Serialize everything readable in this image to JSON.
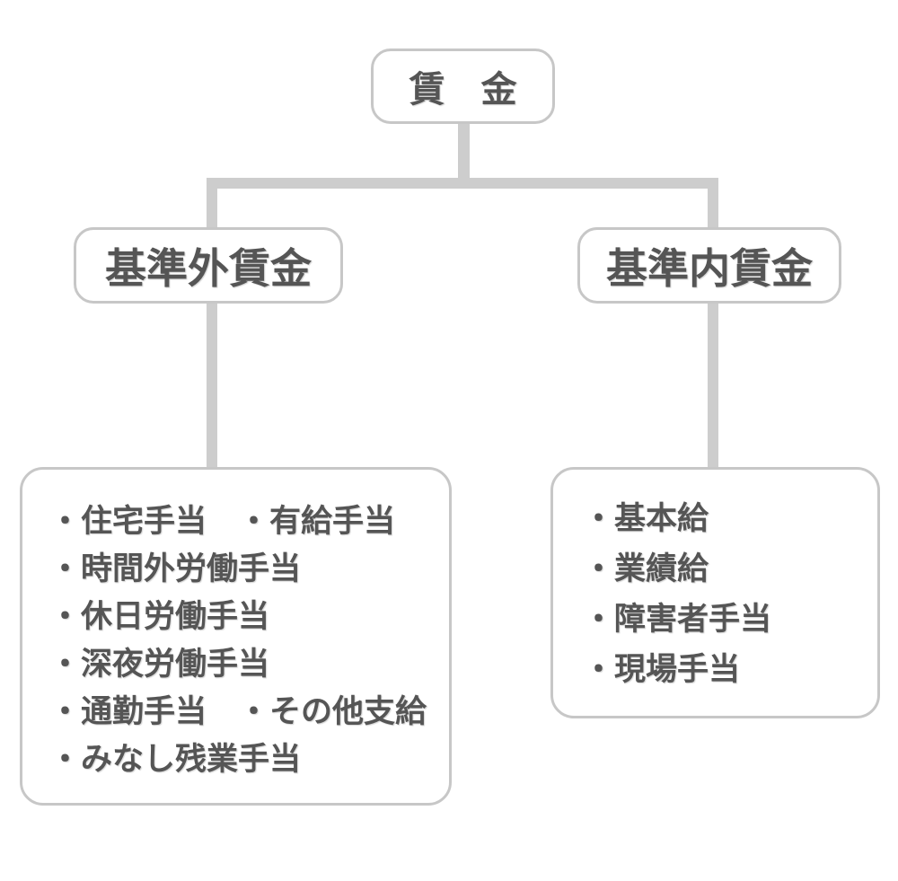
{
  "colors": {
    "background": "#ffffff",
    "box_border": "#c7c7c7",
    "connector": "#cdcdcd",
    "text": "#555555"
  },
  "root_node": {
    "label": "賃　金"
  },
  "left_branch": {
    "label": "基準外賃金",
    "detail_lines": [
      "・住宅手当　・有給手当",
      "・時間外労働手当",
      "・休日労働手当",
      "・深夜労働手当",
      "・通勤手当　・その他支給",
      "・みなし残業手当"
    ]
  },
  "right_branch": {
    "label": "基準内賃金",
    "detail_lines": [
      "・基本給",
      "・業績給",
      "・障害者手当",
      "・現場手当"
    ]
  }
}
